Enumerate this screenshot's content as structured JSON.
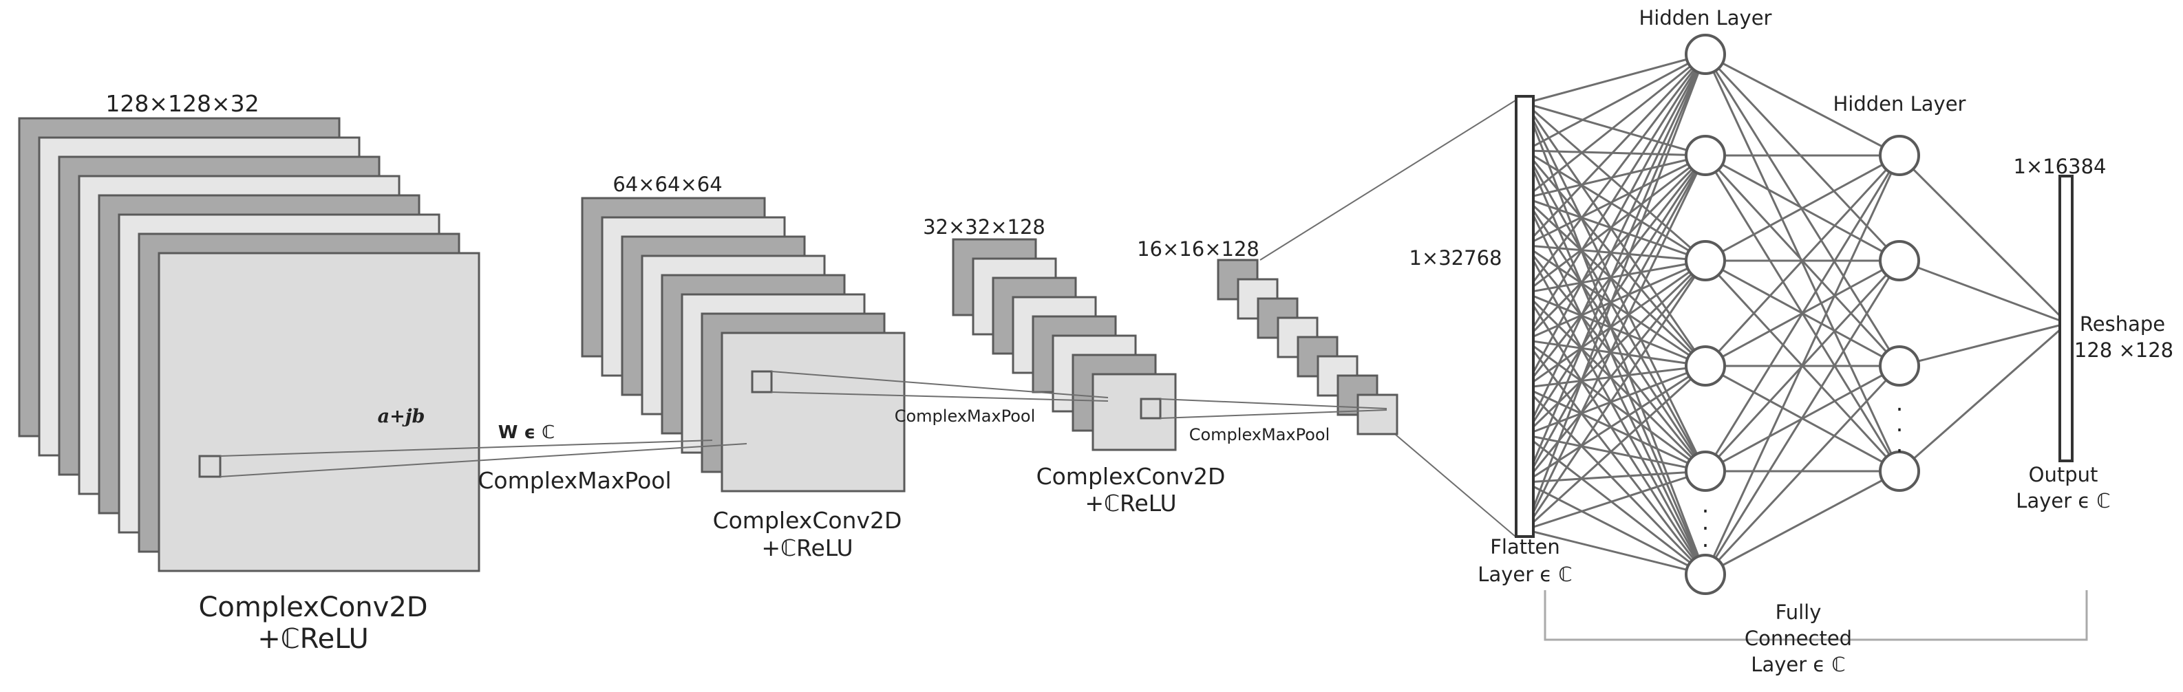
{
  "labels": {
    "conv1_dim": "128×128×32",
    "conv1_op": "ComplexConv2D",
    "conv1_act": "+ℂReLU",
    "complex_num": "a+jb",
    "weight": "W ϵ ℂ",
    "pool1": "ComplexMaxPool",
    "conv2_dim": "64×64×64",
    "conv2_op": "ComplexConv2D",
    "conv2_act": "+ℂReLU",
    "pool2": "ComplexMaxPool",
    "conv3_dim": "32×32×128",
    "conv3_op": "ComplexConv2D",
    "conv3_act": "+ℂReLU",
    "pool3": "ComplexMaxPool",
    "conv4_dim": "16×16×128",
    "flatten_dim": "1×32768",
    "flatten_label_1": "Flatten",
    "flatten_label_2": "Layer ϵ ℂ",
    "hidden1": "Hidden Layer",
    "hidden2": "Hidden Layer",
    "output_dim": "1×16384",
    "reshape_1": "Reshape",
    "reshape_2": "128 ×128",
    "output_label_1": "Output",
    "output_label_2": "Layer ϵ ℂ",
    "fc_label_1": "Fully",
    "fc_label_2": "Connected",
    "fc_label_3": "Layer ϵ ℂ",
    "dot": "."
  },
  "colors": {
    "dark_fill": "#a9a9a9",
    "light_fill": "#e6e6e6",
    "front_fill": "#dcdcdc",
    "stroke": "#5a5a5a",
    "line": "#6e6e6e",
    "node_fill": "#ffffff"
  }
}
